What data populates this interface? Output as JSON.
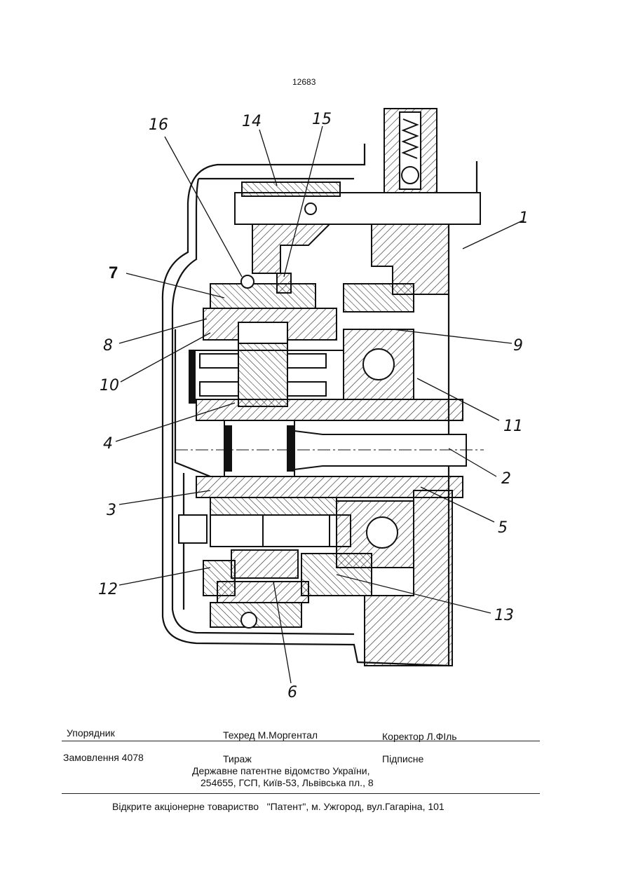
{
  "page_number": "12683",
  "figure": {
    "labels": [
      "16",
      "14",
      "15",
      "1",
      "7",
      "8",
      "10",
      "4",
      "3",
      "12",
      "6",
      "13",
      "5",
      "2",
      "11",
      "9"
    ]
  },
  "footer": {
    "compiler": "Упорядник",
    "techred": "Техред М.Моргентал",
    "corrector": "Коректор Л.ФІль",
    "order": "Замовлення 4078",
    "circulation": "Тираж",
    "subscription": "Підписне",
    "office_line1": "Державне патентне відомство України,",
    "office_line2": "254655, ГСП, Київ-53, Львівська пл., 8",
    "company": "Відкрите акціонерне товариство   \"Патент\", м. Ужгород, вул.Гагаріна, 101"
  }
}
